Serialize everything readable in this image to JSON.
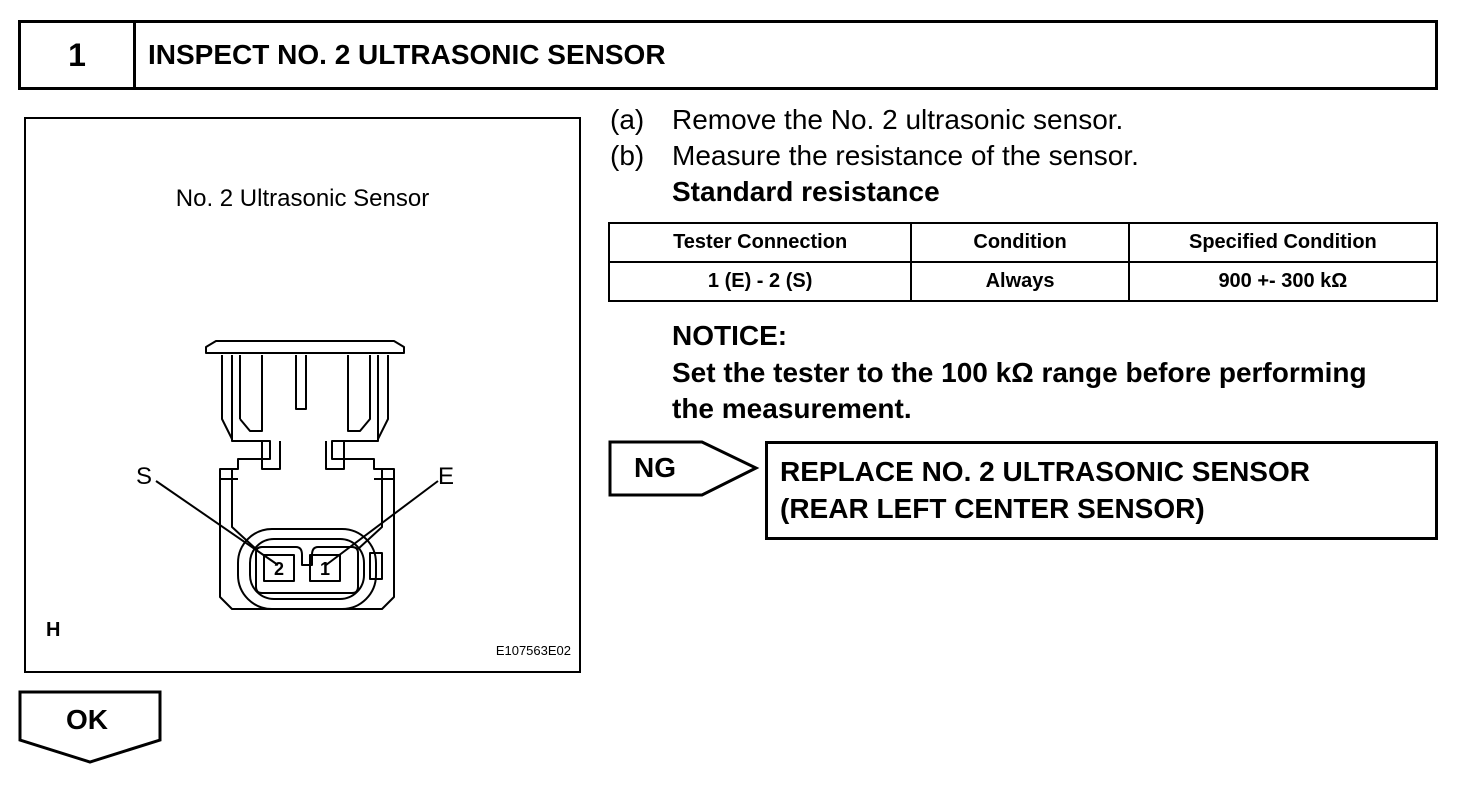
{
  "step": {
    "number": "1",
    "title": "INSPECT NO. 2 ULTRASONIC SENSOR"
  },
  "figure": {
    "caption": "No. 2 Ultrasonic Sensor",
    "label_s": "S",
    "label_e": "E",
    "pin_2": "2",
    "pin_1": "1",
    "corner_letter": "H",
    "code": "E107563E02"
  },
  "instructions": [
    {
      "mark": "(a)",
      "text": "Remove the No. 2 ultrasonic sensor."
    },
    {
      "mark": "(b)",
      "text": "Measure the resistance of the sensor."
    }
  ],
  "standard_label": "Standard resistance",
  "table": {
    "headers": [
      "Tester Connection",
      "Condition",
      "Specified Condition"
    ],
    "rows": [
      [
        "1 (E) - 2 (S)",
        "Always",
        "900 +- 300 kΩ"
      ]
    ]
  },
  "notice": {
    "heading": "NOTICE:",
    "line1": "Set the tester to the 100 kΩ range before performing",
    "line2": "the measurement."
  },
  "ng": {
    "label": "NG",
    "action_line1": "REPLACE NO. 2 ULTRASONIC SENSOR",
    "action_line2": "(REAR LEFT CENTER SENSOR)"
  },
  "ok": {
    "label": "OK"
  }
}
